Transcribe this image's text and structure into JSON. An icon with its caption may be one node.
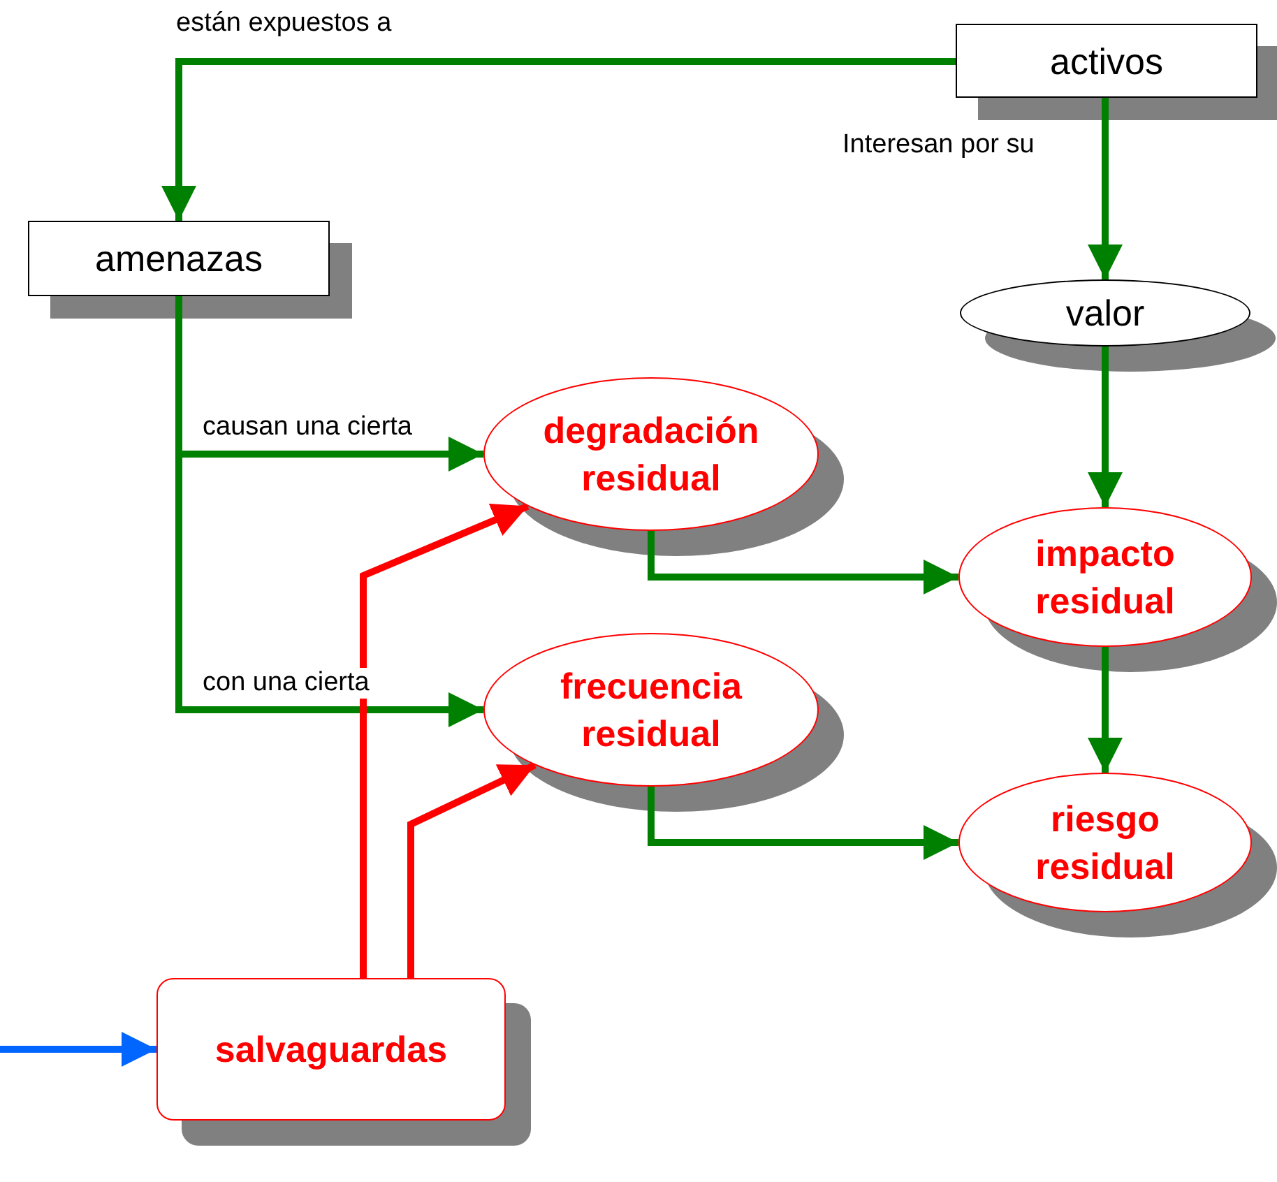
{
  "diagram": {
    "nodes": [
      {
        "text": [
          "activos"
        ]
      },
      {
        "text": [
          "amenazas"
        ]
      },
      {
        "text": [
          "valor"
        ]
      },
      {
        "text": [
          "degradación residual"
        ]
      },
      {
        "text": [
          "impacto residual"
        ]
      },
      {
        "text": [
          "frecuencia residual"
        ]
      },
      {
        "text": [
          "riesgo residual"
        ]
      },
      {
        "text": [
          "salvaguardas"
        ]
      }
    ],
    "edges": [
      {
        "from": 0,
        "to": 1,
        "arrow": "to",
        "label": "están expuestos a"
      },
      {
        "from": 0,
        "to": 2,
        "arrow": "to",
        "label": "Interesan por su"
      },
      {
        "from": 1,
        "to": 3,
        "arrow": "to",
        "label": "causan una cierta"
      },
      {
        "from": 1,
        "to": 5,
        "arrow": "to",
        "label": "con una cierta"
      },
      {
        "from": 2,
        "to": 4,
        "arrow": "to"
      },
      {
        "from": 3,
        "to": 4,
        "arrow": "to"
      },
      {
        "from": 5,
        "to": 6,
        "arrow": "to"
      },
      {
        "from": 4,
        "to": 6,
        "arrow": "to"
      },
      {
        "from": 7,
        "to": 3,
        "arrow": "to",
        "color": "#ff0000"
      },
      {
        "from": 7,
        "to": 5,
        "arrow": "to",
        "color": "#ff0000"
      },
      {
        "from": null,
        "to": 7,
        "arrow": "to",
        "color": "#0066ff"
      }
    ]
  }
}
